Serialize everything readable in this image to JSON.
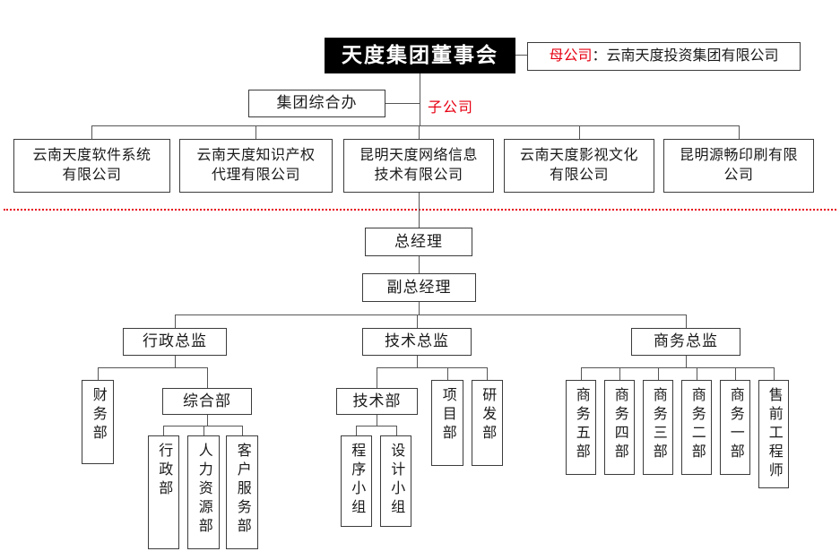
{
  "board_title": "天度集团董事会",
  "parent_company": {
    "label": "母公司",
    "separator": "：",
    "name": "云南天度投资集团有限公司"
  },
  "group_office": "集团综合办",
  "subsidiary_label": "子公司",
  "companies": [
    "云南天度软件系统\n有限公司",
    "云南天度知识产权\n代理有限公司",
    "昆明天度网络信息\n技术有限公司",
    "云南天度影视文化\n有限公司",
    "昆明源畅印刷有限\n公司"
  ],
  "management": {
    "general_manager": "总经理",
    "deputy_general_manager": "副总经理"
  },
  "directors": {
    "admin": "行政总监",
    "tech": "技术总监",
    "business": "商务总监"
  },
  "admin_branch": {
    "finance_dept": "财务部",
    "general_dept": "综合部",
    "sub_depts": [
      "行政部",
      "人力资源部",
      "客户服务部"
    ]
  },
  "tech_branch": {
    "tech_dept": "技术部",
    "project_dept": "项目部",
    "rd_dept": "研发部",
    "sub_groups": [
      "程序小组",
      "设计小组"
    ]
  },
  "business_branch": {
    "depts": [
      "商务五部",
      "商务四部",
      "商务三部",
      "商务二部",
      "商务一部",
      "售前工程师"
    ]
  },
  "colors": {
    "accent_red": "#e60012",
    "board_bg": "#000000",
    "line_gray": "#565656",
    "box_border": "#3c3c3c"
  }
}
